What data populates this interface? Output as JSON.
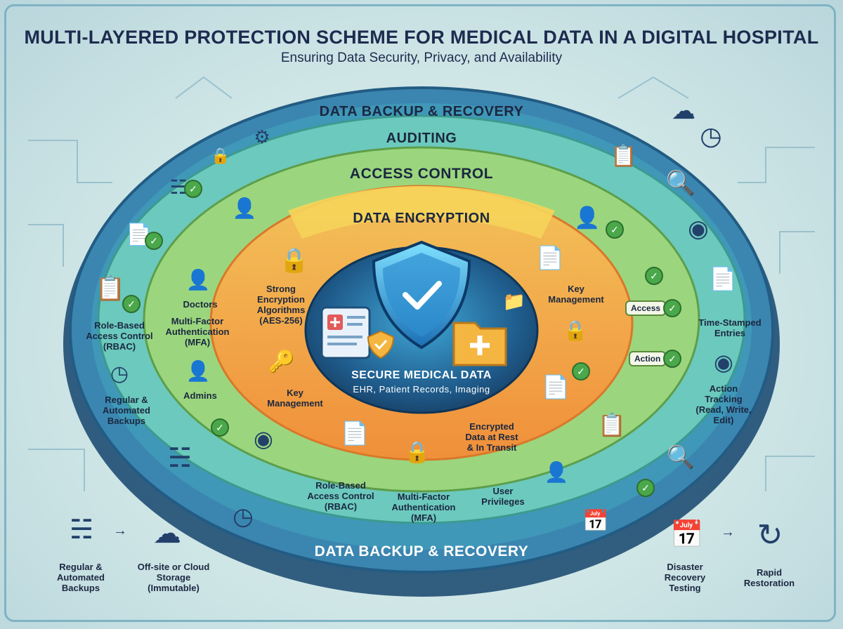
{
  "header": {
    "title": "MULTI-LAYERED PROTECTION SCHEME FOR MEDICAL DATA IN A DIGITAL HOSPITAL",
    "subtitle": "Ensuring Data Security, Privacy, and Availability"
  },
  "rings": {
    "backup_top": "DATA BACKUP & RECOVERY",
    "auditing": "AUDITING",
    "access": "ACCESS CONTROL",
    "encryption": "DATA ENCRYPTION",
    "backup_bottom": "DATA BACKUP & RECOVERY"
  },
  "core": {
    "title": "SECURE MEDICAL DATA",
    "subtitle": "EHR, Patient Records, Imaging"
  },
  "labels": {
    "rbac_left": "Role-Based\nAccess Control\n(RBAC)",
    "regular_left": "Regular &\nAutomated\nBackups",
    "doctors": "Doctors",
    "mfa_left": "Multi-Factor\nAuthentication\n(MFA)",
    "admins": "Admins",
    "strong_enc": "Strong\nEncryption\nAlgorithms\n(AES-256)",
    "key_mgmt_left": "Key\nManagement",
    "key_mgmt_right": "Key\nManagement",
    "encrypted_data": "Encrypted\nData at Rest\n& In Transit",
    "rbac_bottom": "Role-Based\nAccess Control\n(RBAC)",
    "mfa_bottom": "Multi-Factor\nAuthentication\n(MFA)",
    "user_priv": "User\nPrivileges",
    "time_stamped": "Time-Stamped\nEntries",
    "action_tracking": "Action\nTracking\n(Read, Write,\nEdit)",
    "access_pill": "Access",
    "action_pill": "Action",
    "regular_bottom": "Regular &\nAutomated\nBackups",
    "offsite": "Off-site or Cloud\nStorage\n(Immutable)",
    "disaster": "Disaster\nRecovery\nTesting",
    "rapid": "Rapid\nRestoration"
  },
  "colors": {
    "backup_ring": "#2f6f98",
    "auditing_ring": "#5fc0b6",
    "access_ring": "#8fd07a",
    "encryption_ring": "#f6a84a",
    "core": "#1f4f7a",
    "title": "#1d2b4f"
  }
}
